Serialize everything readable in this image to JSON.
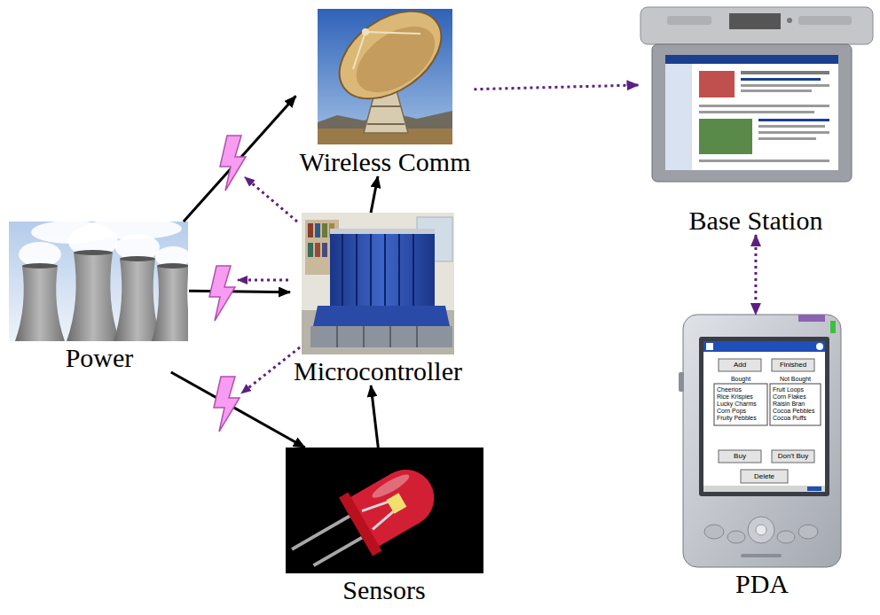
{
  "diagram": {
    "nodes": [
      {
        "text": [
          "Wireless Comm"
        ]
      },
      {
        "text": [
          "Base Station"
        ]
      },
      {
        "text": [
          "Power"
        ]
      },
      {
        "text": [
          "Microcontroller"
        ]
      },
      {
        "text": [
          "Sensors"
        ]
      },
      {
        "text": [
          "PDA"
        ]
      }
    ],
    "edges": [
      {
        "from": 2,
        "to": 0,
        "arrow": "to"
      },
      {
        "from": 2,
        "to": 3,
        "arrow": "to"
      },
      {
        "from": 2,
        "to": 4,
        "arrow": "to"
      },
      {
        "from": 4,
        "to": 3,
        "arrow": "to"
      },
      {
        "from": 3,
        "to": 0,
        "arrow": "to"
      },
      {
        "from": 0,
        "to": 1,
        "arrow": "to"
      },
      {
        "from": 1,
        "to": 5,
        "arrow": "both"
      }
    ],
    "labels": [
      "Add",
      "Finished",
      "Bought",
      "Not Bought",
      "Cheerios",
      "Rice Krispies",
      "Lucky Charms",
      "Corn Pops",
      "Fruity Pebbles",
      "Fruit Loops",
      "Corn Flakes",
      "Raisin Bran",
      "Cocoa Pebbles",
      "Cocoa Puffs",
      "Buy",
      "Don't Buy",
      "Delete"
    ]
  }
}
